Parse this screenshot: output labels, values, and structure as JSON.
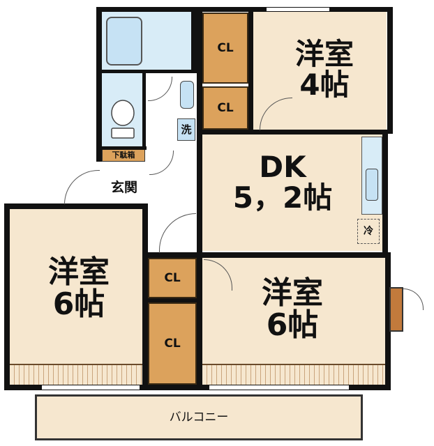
{
  "rooms": {
    "west_bedroom": {
      "type": "洋室",
      "size": "6帖"
    },
    "north_bedroom": {
      "type": "洋室",
      "size": "4帖"
    },
    "dk": {
      "type": "DK",
      "size": "5，2帖"
    },
    "south_bedroom": {
      "type": "洋室",
      "size": "6帖"
    }
  },
  "closets": {
    "north_a": "CL",
    "north_b": "CL",
    "center_a": "CL",
    "center_b": "CL"
  },
  "fixtures": {
    "entrance": "玄関",
    "shoe_box": "下駄箱",
    "washer": "洗",
    "fridge": "冷"
  },
  "balcony": "バルコニー",
  "colors": {
    "floor": "#f6e7cf",
    "closet": "#dca25c",
    "wet_area": "#d8ecf7",
    "wall": "#111111"
  }
}
